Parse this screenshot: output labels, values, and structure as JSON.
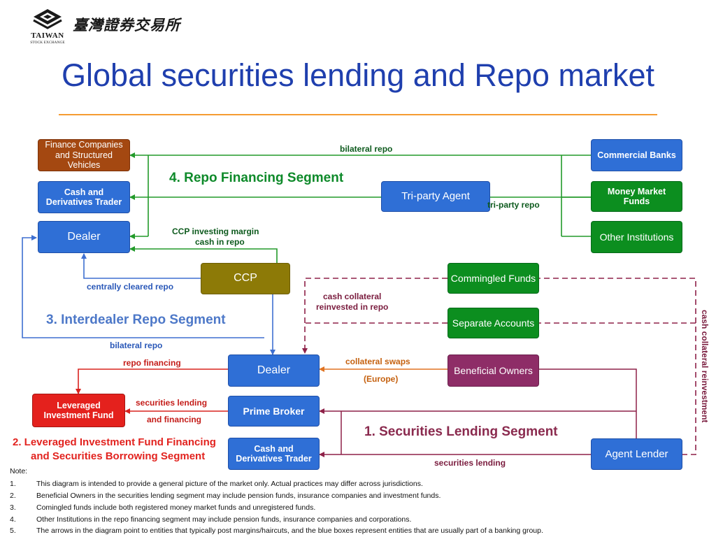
{
  "header": {
    "org_name_en": "TAIWAN",
    "org_name_sub": "STOCK EXCHANGE",
    "org_name_cn": "臺灣證券交易所",
    "title": "Global securities lending and Repo market"
  },
  "nodes": {
    "finance_companies": "Finance Companies and Structured Vehicles",
    "cash_derivatives_top": "Cash and Derivatives Trader",
    "dealer_top": "Dealer",
    "commercial_banks": "Commercial Banks",
    "tri_party_agent": "Tri-party Agent",
    "money_market_funds": "Money Market Funds",
    "other_institutions": "Other Institutions",
    "ccp": "CCP",
    "commingled_funds": "Commingled Funds",
    "separate_accounts": "Separate Accounts",
    "dealer_mid": "Dealer",
    "beneficial_owners": "Beneficial Owners",
    "leveraged_fund": "Leveraged Investment Fund",
    "prime_broker": "Prime Broker",
    "cash_derivatives_bottom": "Cash and Derivatives Trader",
    "agent_lender": "Agent Lender"
  },
  "edge_labels": {
    "bilateral_repo_top": "bilateral repo",
    "tri_party_repo": "tri-party repo",
    "ccp_investing_1": "CCP investing margin",
    "ccp_investing_2": "cash in repo",
    "centrally_cleared": "centrally cleared repo",
    "cash_collateral_1": "cash collateral",
    "cash_collateral_2": "reinvested in repo",
    "bilateral_repo_mid": "bilateral repo",
    "repo_financing": "repo financing",
    "collateral_swaps": "collateral swaps",
    "europe": "(Europe)",
    "sec_lending_1": "securities lending",
    "sec_lending_2": "and financing",
    "sec_lending_bottom": "securities lending",
    "cash_collateral_reinvestment": "cash collateral reinvestment"
  },
  "segments": {
    "repo_financing": "4. Repo Financing Segment",
    "interdealer": "3. Interdealer Repo Segment",
    "securities_lending": "1. Securities Lending Segment",
    "leveraged_1": "2. Leveraged Investment Fund Financing",
    "leveraged_2": "and Securities Borrowing Segment"
  },
  "notes": {
    "heading": "Note:",
    "items": [
      {
        "num": "1.",
        "text": "This diagram is intended to provide a general picture of the market only. Actual practices may differ across jurisdictions."
      },
      {
        "num": "2.",
        "text": "Beneficial Owners in the securities lending segment may include pension funds, insurance companies and investment funds."
      },
      {
        "num": "3.",
        "text": "Comingled funds include both registered money market funds and unregistered funds."
      },
      {
        "num": "4.",
        "text": "Other Institutions in the repo financing segment may include pension funds, insurance companies and corporations."
      },
      {
        "num": "5.",
        "text": "The arrows in the diagram point to entities that typically post margins/haircuts, and the blue boxes represent entities that are usually part of a banking group."
      }
    ]
  },
  "colors": {
    "title": "#1f3fae",
    "rule": "#f59b32",
    "blue_box": "#2f6fd6",
    "green_box": "#0c8e1f",
    "repo_line": "#229a2a",
    "interdealer_line": "#3e6fd0",
    "leveraged_line": "#d9231f",
    "collateral_swap_line": "#e07422",
    "reinvestment_line": "#8e2148",
    "lending_line": "#8e2148"
  }
}
